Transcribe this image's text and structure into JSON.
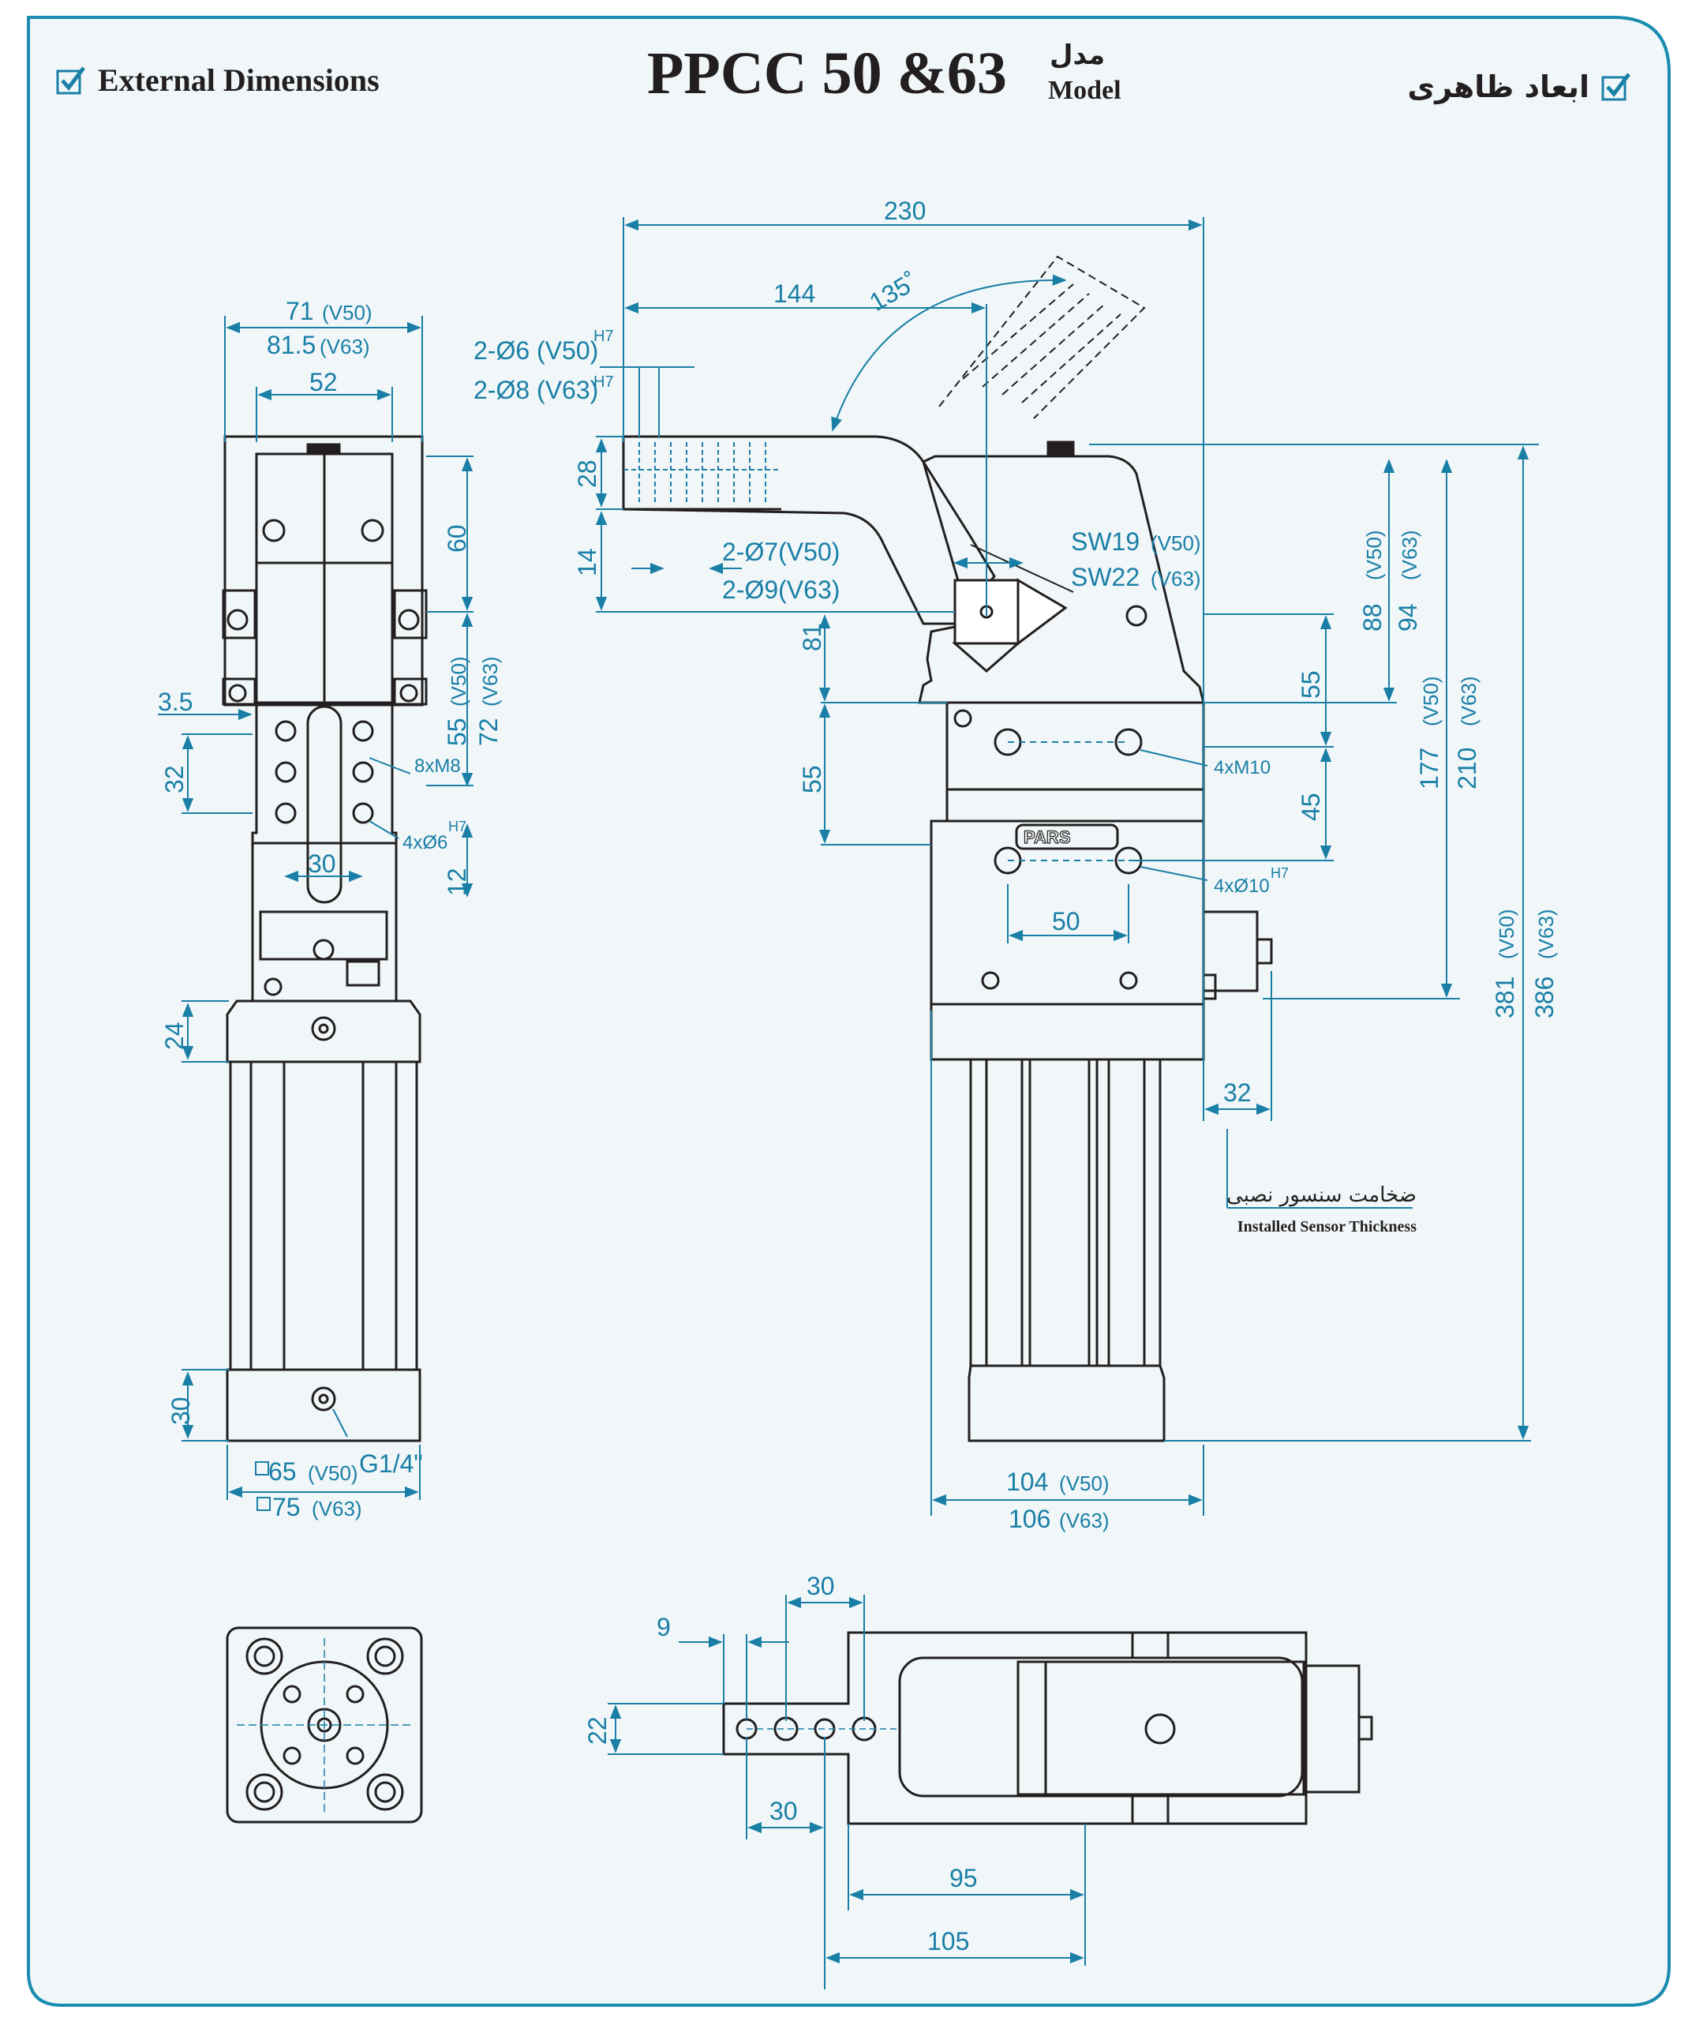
{
  "colors": {
    "dimension": "#1a7fa6",
    "outline": "#231f20",
    "frame": "#1a8cb0",
    "background": "#f1f7f9"
  },
  "header": {
    "left_label": "External Dimensions",
    "title": "PPCC 50 &63",
    "model_fa": "مدل",
    "model_en": "Model",
    "right_label": "ابعاد ظاهری",
    "check_icon": "checkbox-checked-icon"
  },
  "side_view": {
    "d_71": "71",
    "v50": "(V50)",
    "d_81_5": "81.5",
    "v63": "(V63)",
    "d_52": "52",
    "d_60": "60",
    "d_3_5": "3.5",
    "d_55": "55",
    "d_72": "72",
    "d_32": "32",
    "d_8xm8": "8xM8",
    "d_4x6": "4xØ6",
    "h7": "H7",
    "d_30": "30",
    "d_12": "12",
    "d_24": "24",
    "d_30b": "30",
    "g14": "G1/4\"",
    "sq65": "65",
    "sq75": "75"
  },
  "front_view": {
    "d_230": "230",
    "d_144": "144",
    "d_135": "135˚",
    "hole_v50": "2-Ø6 (V50)",
    "hole_v63": "2-Ø8 (V63)",
    "h7": "H7",
    "d_28": "28",
    "d_14": "14",
    "hole2_v50": "2-Ø7(V50)",
    "hole2_v63": "2-Ø9(V63)",
    "sw19": "SW19",
    "sw22": "SW22",
    "v50": "(V50)",
    "v63": "(V63)",
    "d_81": "81",
    "d_55a": "55",
    "d_55b": "55",
    "d_45": "45",
    "d_88": "88",
    "d_94": "94",
    "d_177": "177",
    "d_210": "210",
    "d_381": "381",
    "d_386": "386",
    "m10": "4xM10",
    "d10": "4xØ10",
    "d_50": "50",
    "d_32": "32",
    "d_104": "104",
    "d_106": "106",
    "brand": "PARS",
    "sensor_fa": "ضخامت سنسور نصبی",
    "sensor_en": "Installed Sensor Thickness"
  },
  "top_view": {
    "d_30a": "30",
    "d_9": "9",
    "d_22": "22",
    "d_30b": "30",
    "d_95": "95",
    "d_105": "105"
  }
}
